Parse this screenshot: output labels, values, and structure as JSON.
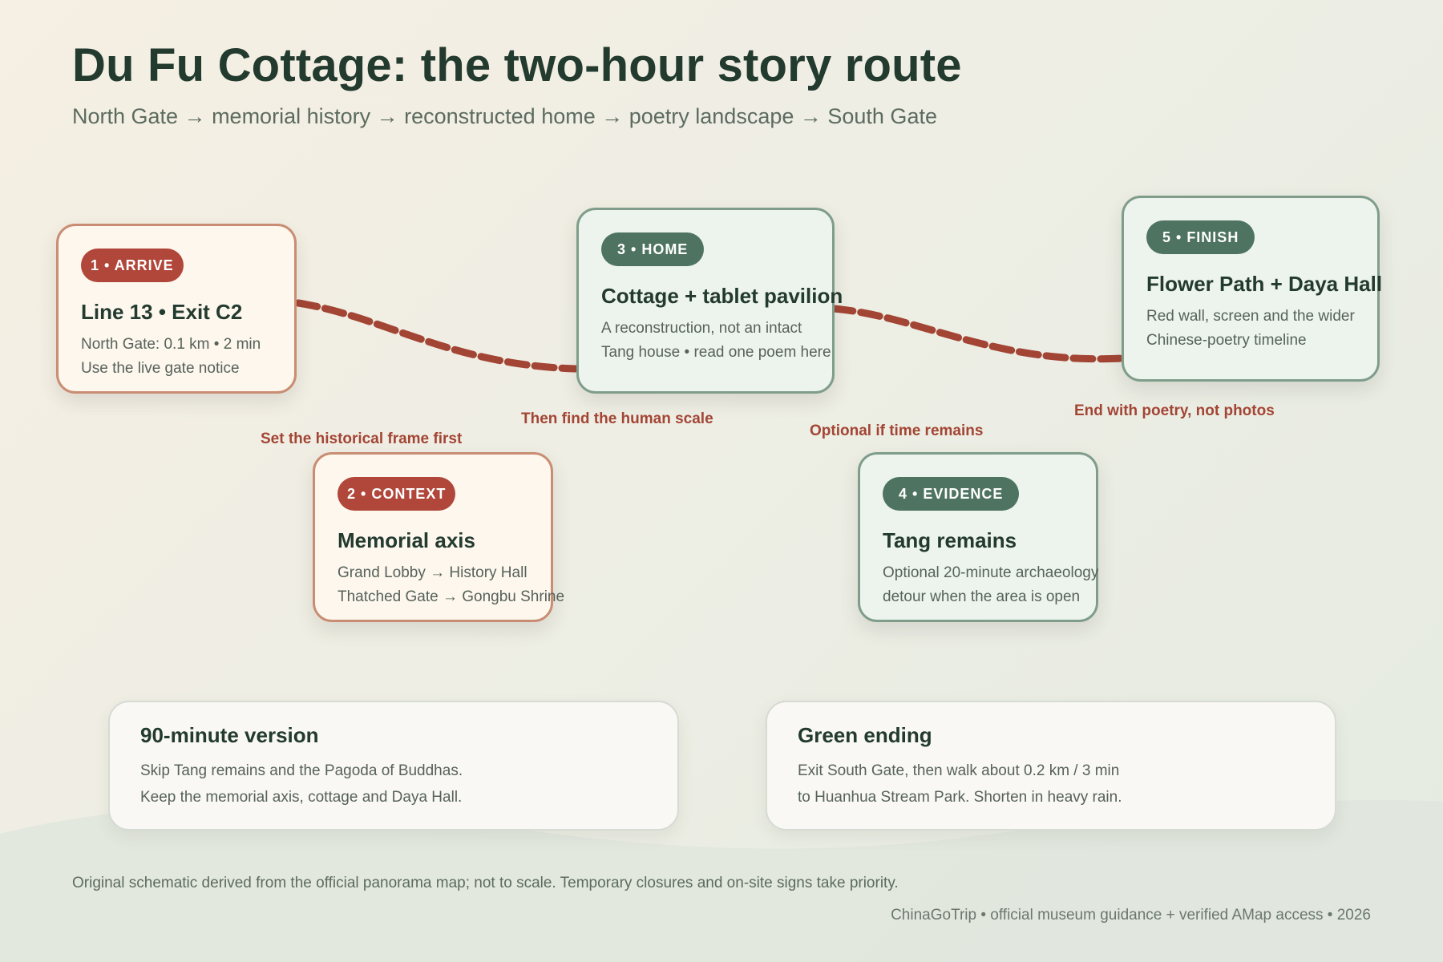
{
  "header": {
    "title": "Du Fu Cottage: the two-hour story route",
    "subtitle": "North Gate → memorial history → reconstructed home → poetry landscape → South Gate"
  },
  "stops": [
    {
      "badge": "1 • ARRIVE",
      "title": "Line 13 • Exit C2",
      "lines": [
        "North Gate: 0.1 km • 2 min",
        "Use the live gate notice"
      ]
    },
    {
      "badge": "2 • CONTEXT",
      "title": "Memorial axis",
      "lines": [
        "Grand Lobby → History Hall",
        "Thatched Gate → Gongbu Shrine"
      ]
    },
    {
      "badge": "3 • HOME",
      "title": "Cottage + tablet pavilion",
      "lines": [
        "A reconstruction, not an intact",
        "Tang house • read one poem here"
      ]
    },
    {
      "badge": "4 • EVIDENCE",
      "title": "Tang remains",
      "lines": [
        "Optional 20-minute archaeology",
        "detour when the area is open"
      ]
    },
    {
      "badge": "5 • FINISH",
      "title": "Flower Path + Daya Hall",
      "lines": [
        "Red wall, screen and the wider",
        "Chinese-poetry timeline"
      ]
    }
  ],
  "route_notes": [
    "Set the historical frame first",
    "Then find the human scale",
    "Optional if time remains",
    "End with poetry, not photos"
  ],
  "cards": [
    {
      "title": "90-minute version",
      "lines": [
        "Skip Tang remains and the Pagoda of Buddhas.",
        "Keep the memorial axis, cottage and Daya Hall."
      ]
    },
    {
      "title": "Green ending",
      "lines": [
        "Exit South Gate, then walk about 0.2 km / 3 min",
        "to Huanhua Stream Park. Shorten in heavy rain."
      ]
    }
  ],
  "footer": {
    "note": "Original schematic derived from the official panorama map; not to scale. Temporary closures and on-site signs take priority.",
    "credit": "ChinaGoTrip • official museum guidance + verified AMap access • 2026"
  },
  "colors": {
    "warm_accent": "#b1463a",
    "cool_accent": "#4e7360",
    "route_line": "#a34535"
  }
}
